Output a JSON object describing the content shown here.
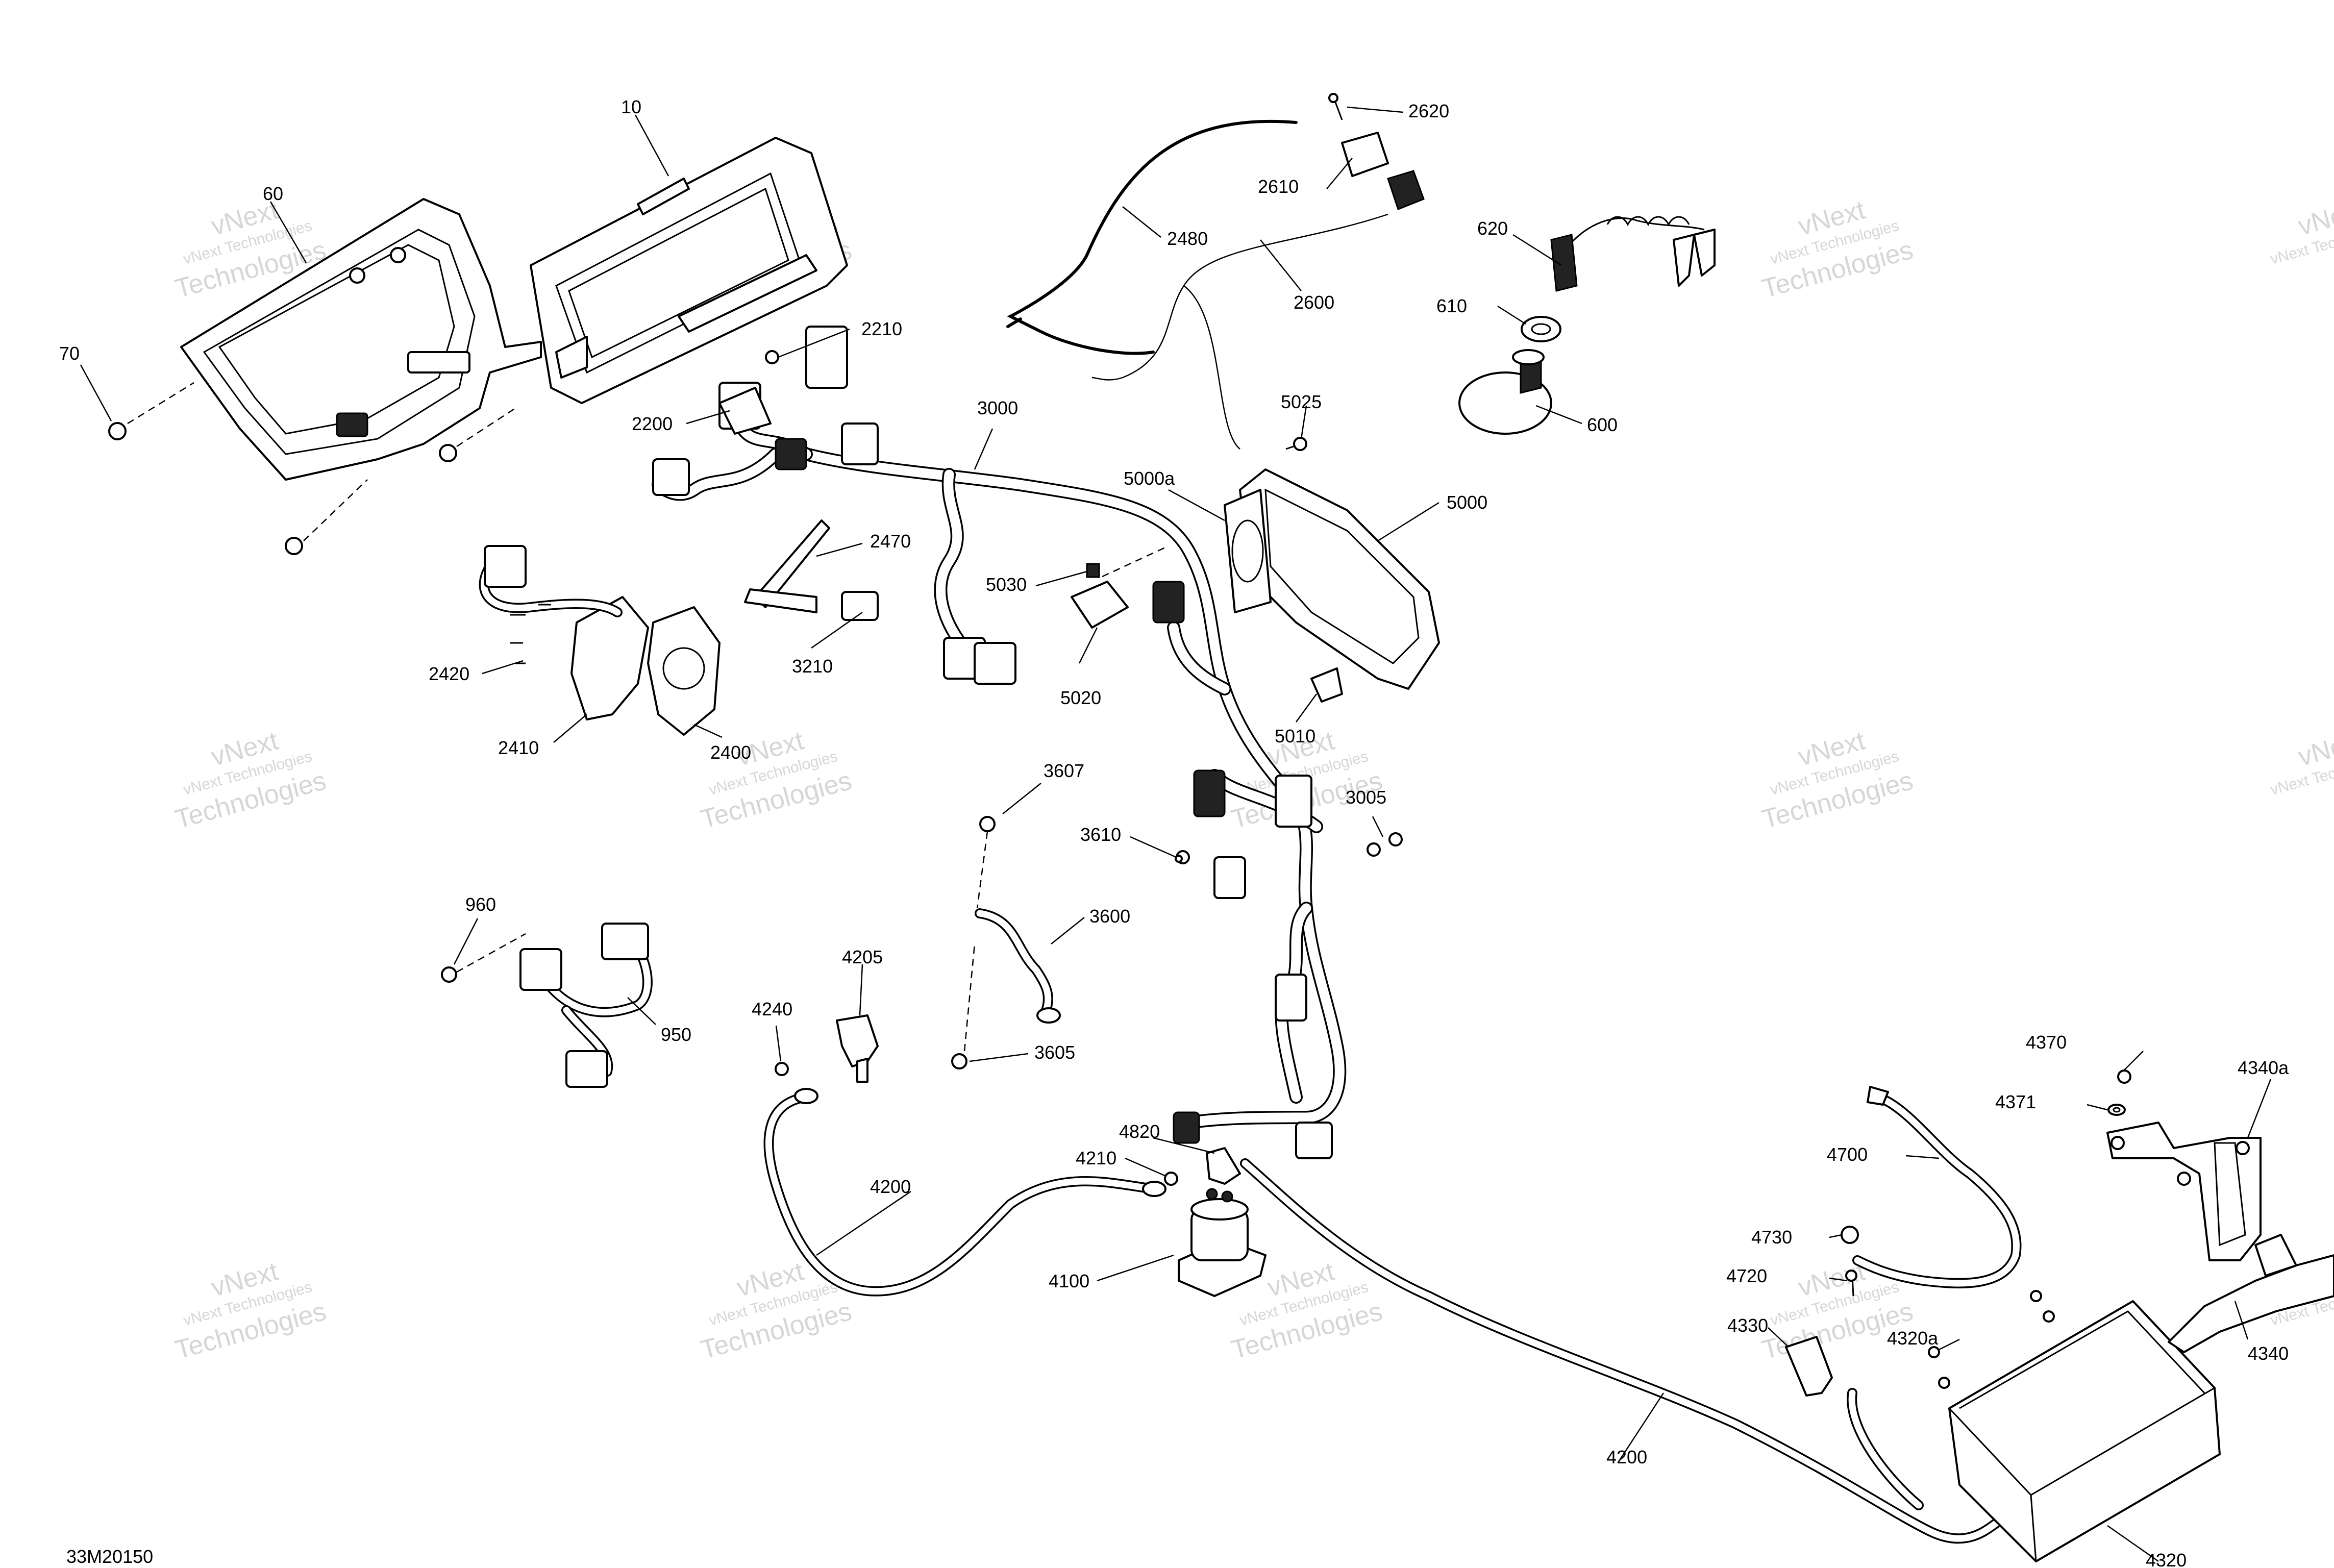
{
  "diagram_code": "33M20150",
  "watermark": {
    "line1": "vNext",
    "line2": "vNext Technologies",
    "line3": "Technologies"
  },
  "callouts": [
    "10",
    "60",
    "70",
    "2620",
    "2610",
    "2480",
    "2600",
    "620",
    "610",
    "600",
    "2210",
    "2200",
    "3000",
    "5025",
    "5000a",
    "5000",
    "2470",
    "5030",
    "2420",
    "3210",
    "5020",
    "2410",
    "2400",
    "5010",
    "3607",
    "3005",
    "3610",
    "3600",
    "960",
    "950",
    "4205",
    "4240",
    "3605",
    "4370",
    "4340a",
    "4371",
    "4820",
    "4700",
    "4210",
    "4200",
    "4730",
    "4100",
    "4720",
    "4330",
    "4320a",
    "4340",
    "4320"
  ],
  "icons": [
    "screw-icon",
    "nut-icon",
    "connector-icon",
    "relay-icon",
    "battery-icon",
    "cable-lug-icon"
  ]
}
